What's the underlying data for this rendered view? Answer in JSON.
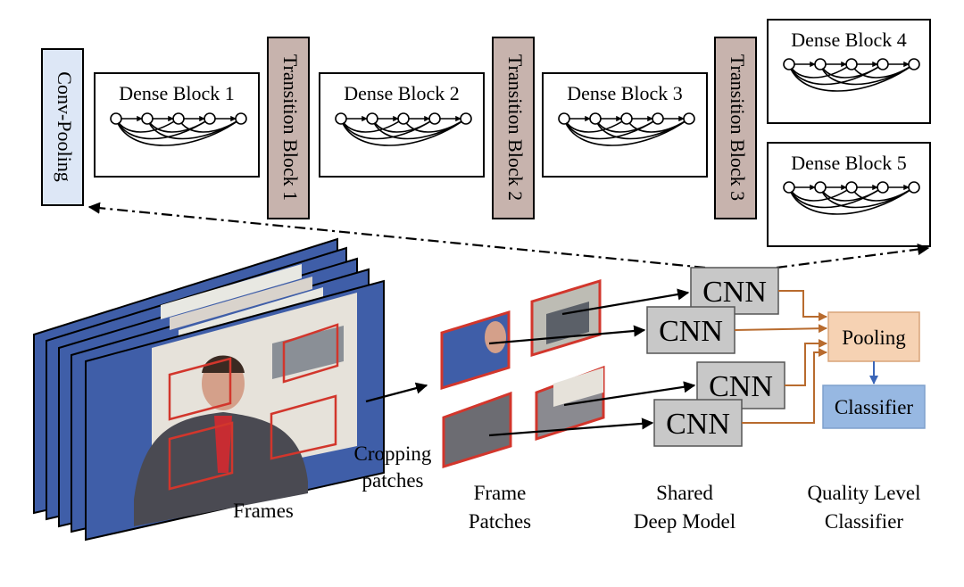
{
  "top_row": {
    "conv_pooling": "Conv-Pooling",
    "dense_blocks": [
      "Dense Block 1",
      "Dense Block 2",
      "Dense Block 3",
      "Dense Block 4",
      "Dense Block 5"
    ],
    "transition_blocks": [
      "Transition Block 1",
      "Transition Block 2",
      "Transition Block 3"
    ]
  },
  "pipeline": {
    "frames_label": "Frames",
    "cropping_label_line1": "Cropping",
    "cropping_label_line2": "patches",
    "frame_patches_line1": "Frame",
    "frame_patches_line2": "Patches",
    "cnn_label": "CNN",
    "shared_model_line1": "Shared",
    "shared_model_line2": "Deep Model",
    "pooling_label": "Pooling",
    "classifier_label": "Classifier",
    "quality_line1": "Quality Level",
    "quality_line2": "Classifier"
  },
  "colors": {
    "conv_pooling_fill": "#dde7f6",
    "transition_fill": "#c7b3ad",
    "cnn_fill": "#c8c8c8",
    "pooling_fill": "#f6d2b3",
    "classifier_fill": "#97b8e2",
    "patch_border": "#d2362c",
    "frame_blue": "#3f5ea8",
    "arrow_orange": "#b86b2e",
    "arrow_blue": "#3b66b8"
  }
}
